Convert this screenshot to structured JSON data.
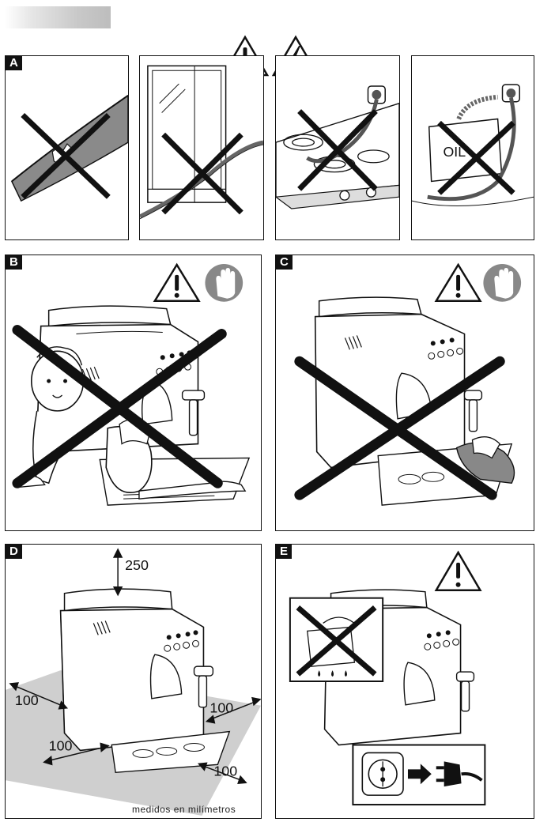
{
  "labels": {
    "a": "A",
    "b": "B",
    "c": "C",
    "d": "D",
    "e": "E"
  },
  "diagram_d": {
    "top": "250",
    "left": "100",
    "right": "100",
    "front": "100",
    "front_right": "100",
    "caption": "medidos en milímetros"
  },
  "colors": {
    "ink": "#111111",
    "floor": "#cfcfcf",
    "hand_sign": "#888888"
  },
  "icons": [
    "warning-icon",
    "electric-warning-icon",
    "no-touch-hand-icon",
    "power-plug-icon",
    "prohibited-cross-icon"
  ]
}
